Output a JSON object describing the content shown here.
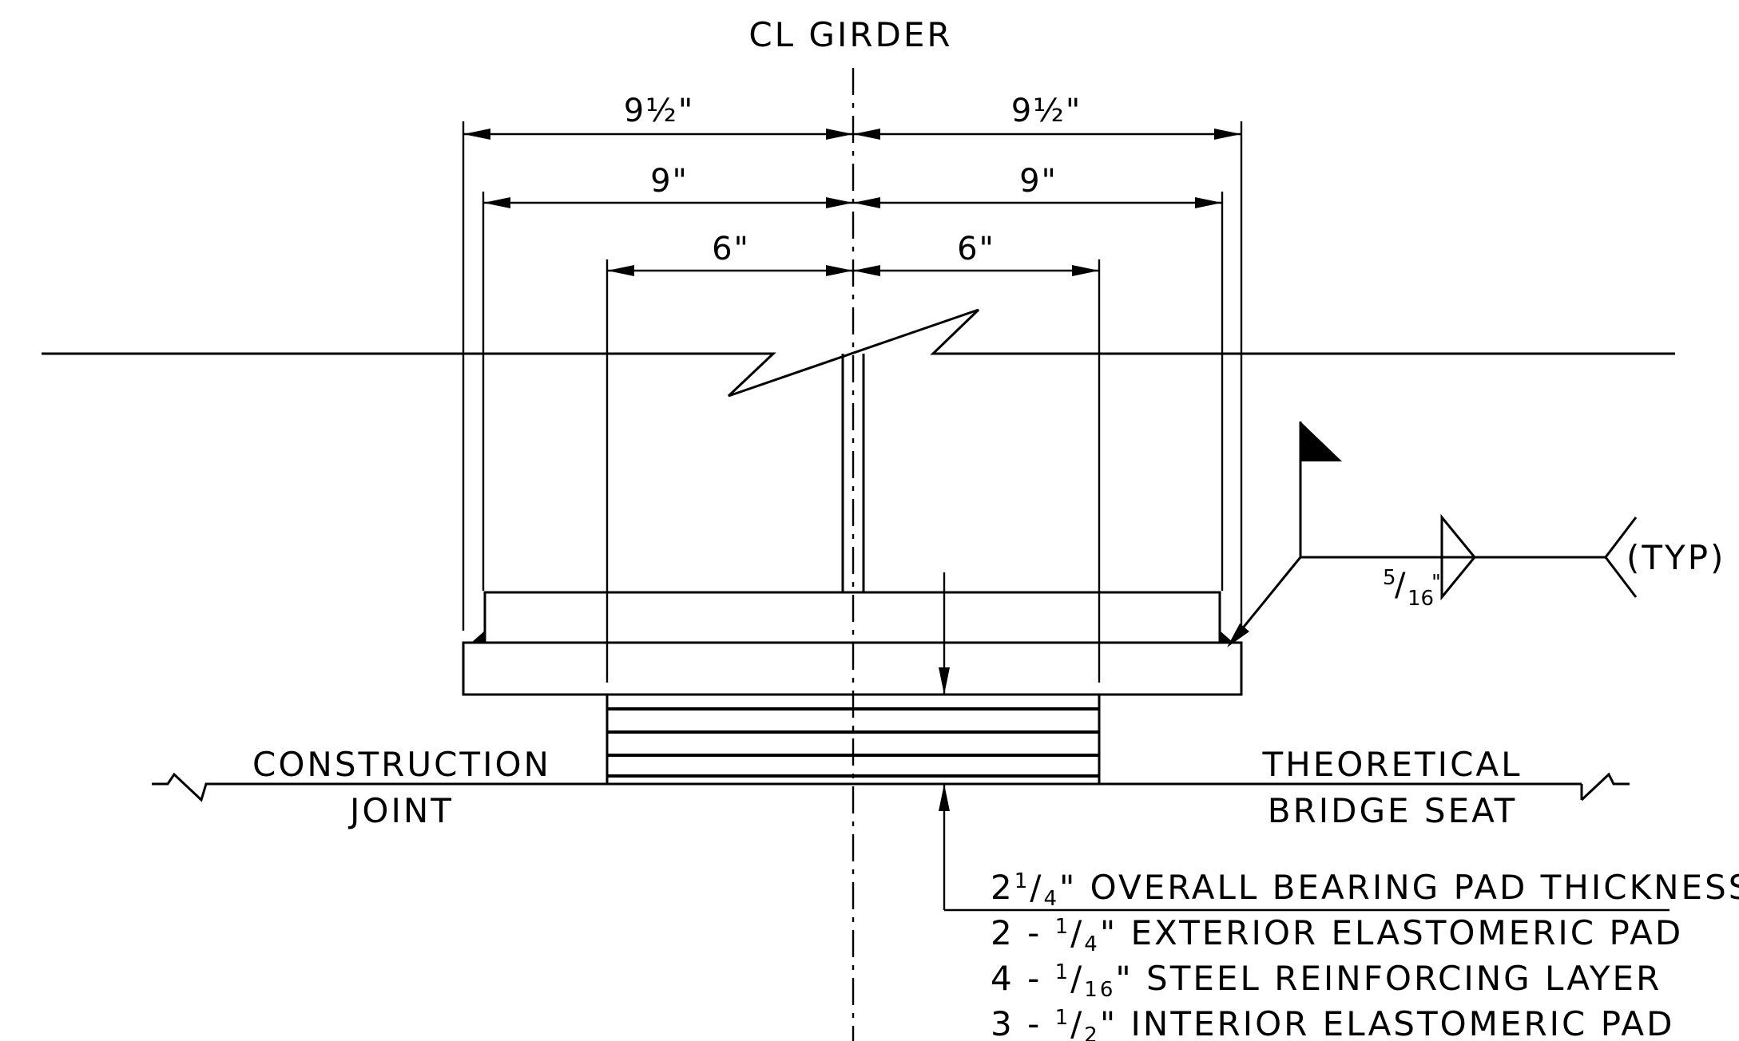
{
  "labels": {
    "centerline": "CL GIRDER",
    "left_note_line1": "CONSTRUCTION",
    "left_note_line2": "JOINT",
    "right_note_line1": "THEORETICAL",
    "right_note_line2": "BRIDGE SEAT",
    "typ": "(TYP)"
  },
  "dimensions": {
    "outer_left": "9½\"",
    "outer_right": "9½\"",
    "middle_left": "9\"",
    "middle_right": "9\"",
    "inner_left": "6\"",
    "inner_right": "6\""
  },
  "weld": {
    "size_num": "5",
    "size_den": "16",
    "inch_mark": "\""
  },
  "bearing_pad": {
    "overall_num": "2",
    "overall_frac_num": "1",
    "overall_frac_den": "4",
    "overall_text": "\" OVERALL BEARING PAD THICKNESS",
    "layers": [
      {
        "count": "2 -",
        "frac_num": "1",
        "frac_den": "4",
        "text": "\" EXTERIOR ELASTOMERIC PAD"
      },
      {
        "count": "4 -",
        "frac_num": "1",
        "frac_den": "16",
        "text": "\" STEEL REINFORCING LAYER"
      },
      {
        "count": "3 -",
        "frac_num": "1",
        "frac_den": "2",
        "text": "\" INTERIOR ELASTOMERIC PAD"
      }
    ]
  }
}
